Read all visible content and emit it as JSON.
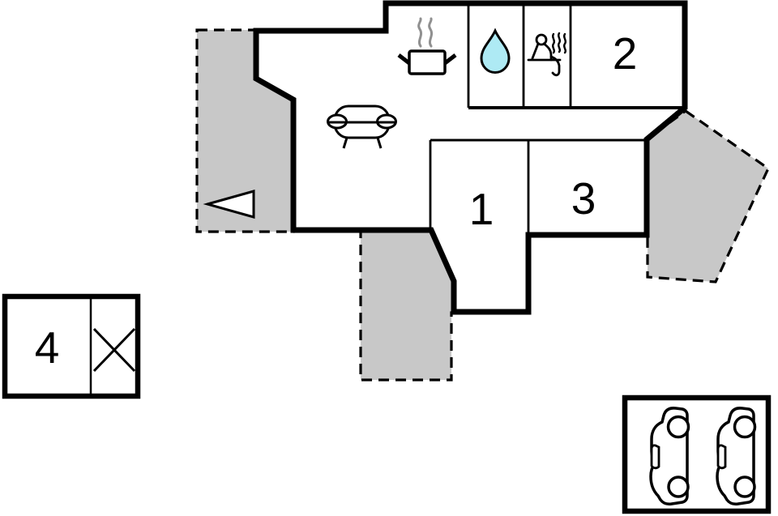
{
  "plan": {
    "type": "floor-plan",
    "background_color": "#ffffff",
    "wall_color": "#000000",
    "terrace_color": "#c8c8c8",
    "label_color": "#000000",
    "rooms": [
      {
        "label": "1"
      },
      {
        "label": "2"
      },
      {
        "label": "3"
      },
      {
        "label": "4"
      }
    ],
    "icons": {
      "cooking_pot": "cooking-pot-icon",
      "steam": "steam-icon",
      "water_drop": "water-drop-icon",
      "water_drop_color": "#aeeaf4",
      "sauna": "sauna-icon",
      "sofa": "sofa-icon",
      "entrance_arrow": "entrance-arrow-icon",
      "cross": "cross-icon",
      "car": "car-icon",
      "car_count": 2
    },
    "areas": {
      "terraces": [
        "left-terrace",
        "bottom-terrace",
        "right-terrace"
      ],
      "outbuildings": [
        "annex-building",
        "carport"
      ]
    }
  }
}
